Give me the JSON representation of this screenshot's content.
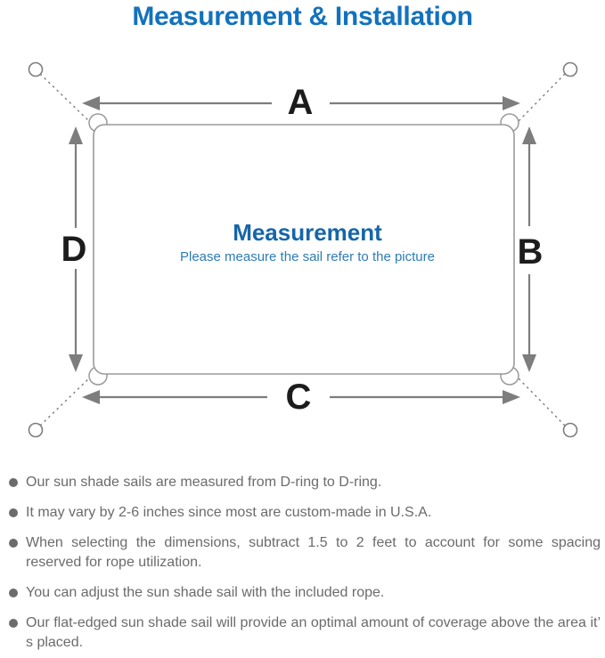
{
  "title": "Measurement & Installation",
  "colors": {
    "title-blue": "#1272bd",
    "heading-blue": "#1566a9",
    "subtitle-blue": "#2e7cb4",
    "line-gray": "#7d7d7d",
    "rect-gray": "#9a9a9a",
    "label-black": "#1c1c1c",
    "text-gray": "#6b6b6b"
  },
  "diagram": {
    "labels": {
      "top": "A",
      "right": "B",
      "bottom": "C",
      "left": "D"
    },
    "center_heading": "Measurement",
    "center_subtitle": "Please measure the sail refer to the picture"
  },
  "notes": [
    "Our sun shade sails are measured from D-ring to D-ring.",
    "It may vary by 2-6 inches since most are custom-made in U.S.A.",
    "When selecting the dimensions, subtract 1.5 to 2 feet to account for some spacing reserved for rope utilization.",
    "You can adjust the sun shade sail with the included rope.",
    "Our flat-edged sun shade sail will provide an optimal amount of coverage above the area it’ s placed."
  ]
}
